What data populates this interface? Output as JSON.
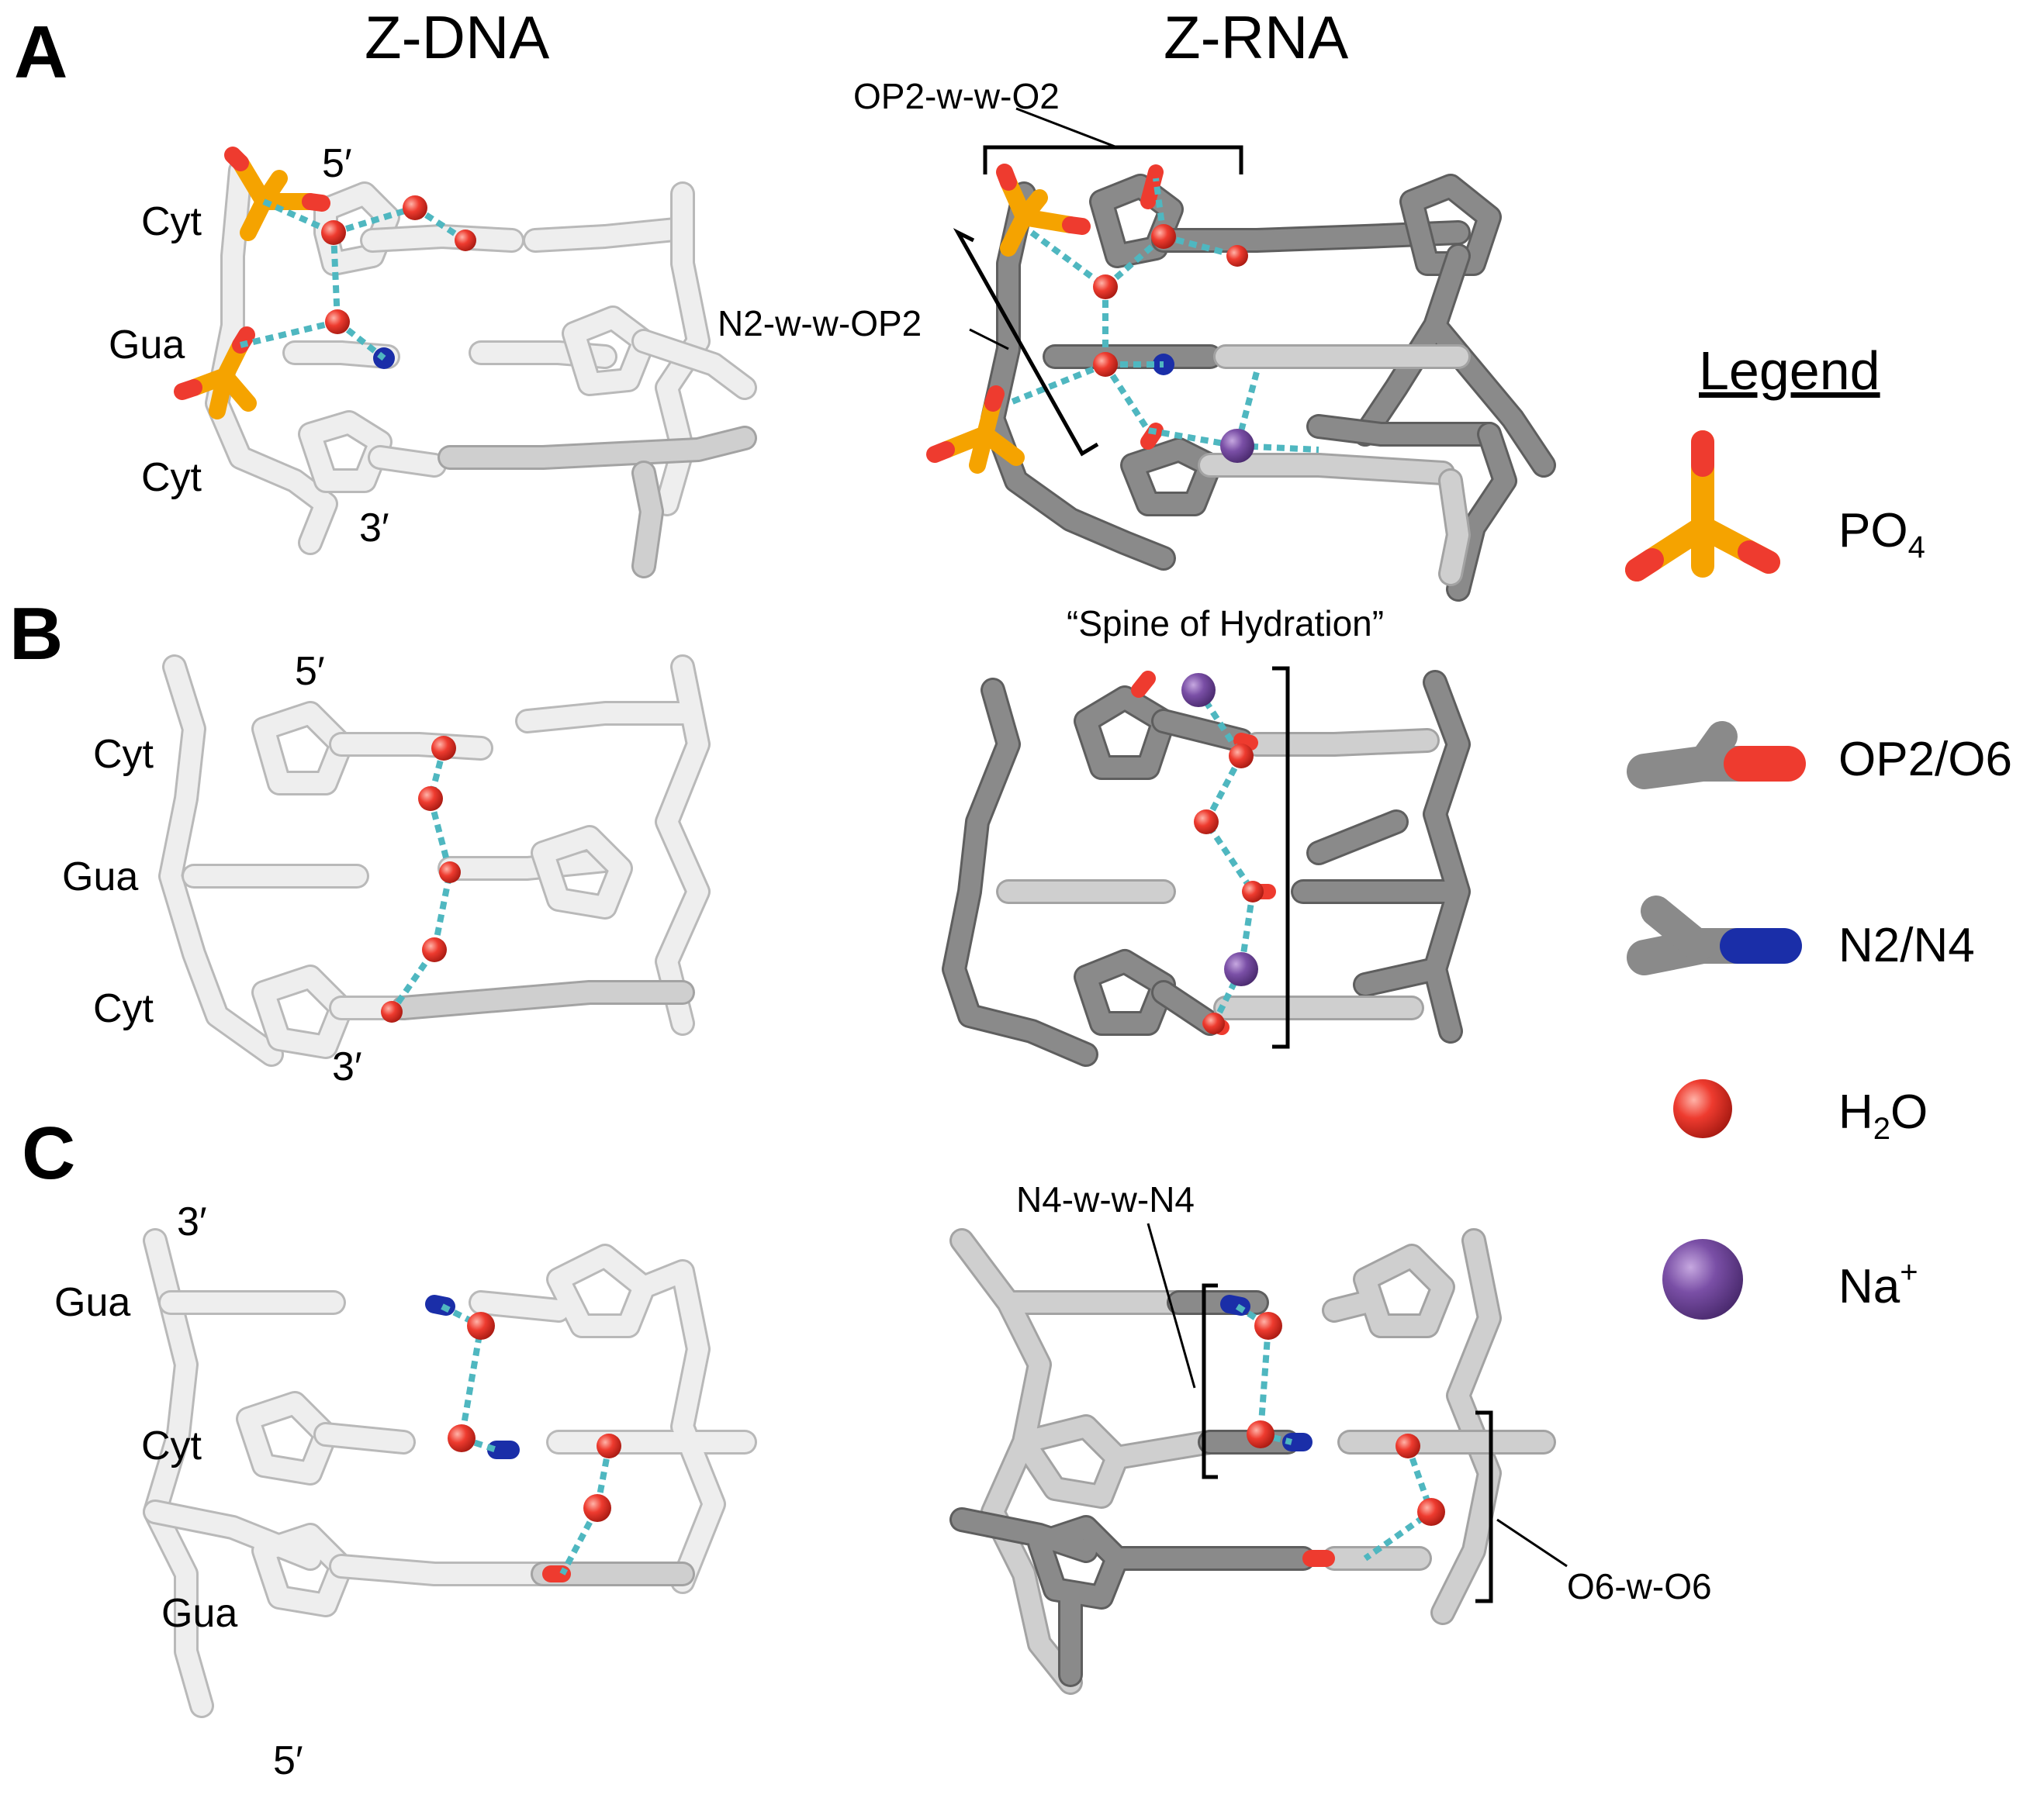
{
  "panels": {
    "a": "A",
    "b": "B",
    "c": "C"
  },
  "columns": {
    "left": "Z-DNA",
    "right": "Z-RNA"
  },
  "residues": {
    "cyt": "Cyt",
    "gua": "Gua",
    "five_prime": "5′",
    "three_prime": "3′"
  },
  "annotations": {
    "op2_w_w_o2": "OP2-w-w-O2",
    "n2_w_w_op2": "N2-w-w-OP2",
    "spine": "“Spine of Hydration”",
    "n4_w_w_n4": "N4-w-w-N4",
    "o6_w_o6": "O6-w-O6"
  },
  "legend": {
    "title": "Legend",
    "items": [
      {
        "label": "PO",
        "sub": "4",
        "sup": ""
      },
      {
        "label": "OP2/O6",
        "sub": "",
        "sup": ""
      },
      {
        "label": "N2/N4",
        "sub": "",
        "sup": ""
      },
      {
        "label": "H",
        "sub": "2",
        "tail": "O"
      },
      {
        "label": "Na",
        "sub": "",
        "sup": "+"
      }
    ]
  },
  "colors": {
    "phosphorus": "#f5a300",
    "oxygen": "#ee3b2f",
    "nitrogen": "#1a2ea8",
    "water": "#ee3b2f",
    "sodium": "#7a4fa6",
    "hbond": "#4fb7c0",
    "dna_carbon": "#eeeeee",
    "rna_carbon": "#8a8a8a"
  }
}
